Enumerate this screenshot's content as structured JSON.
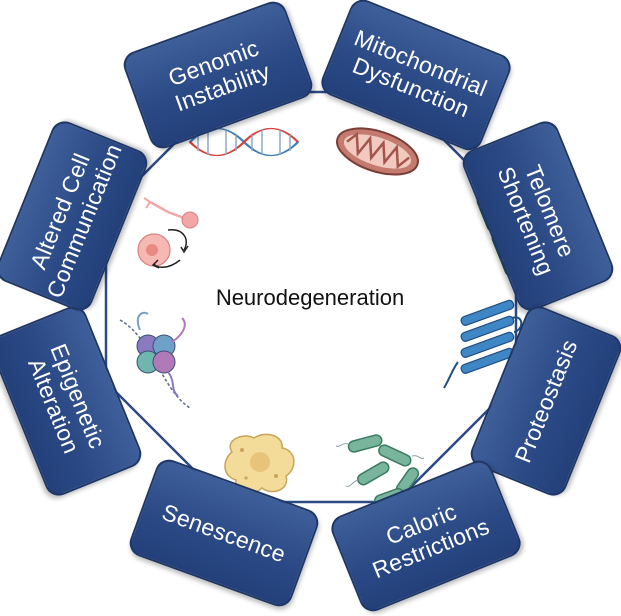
{
  "diagram": {
    "center_label": "Neurodegeneration",
    "hallmarks": [
      {
        "id": "genomic-instability",
        "label": "Genomic\nInstability",
        "icon": "dna-double-helix-icon"
      },
      {
        "id": "mitochondrial-dysfunction",
        "label": "Mitochondrial\nDysfunction",
        "icon": "mitochondrion-icon"
      },
      {
        "id": "telomere-shortening",
        "label": "Telomere\nShortening",
        "icon": "chromosome-icon"
      },
      {
        "id": "proteostasis",
        "label": "Proteostasis",
        "icon": "folded-protein-icon"
      },
      {
        "id": "caloric-restrictions",
        "label": "Caloric\nRestrictions",
        "icon": "bacteria-icon"
      },
      {
        "id": "senescence",
        "label": "Senescence",
        "icon": "senescent-cell-icon"
      },
      {
        "id": "epigenetic-alteration",
        "label": "Epigenetic\nAlteration",
        "icon": "nucleosome-icon"
      },
      {
        "id": "altered-cell-communication",
        "label": "Altered Cell\nCommunication",
        "icon": "cell-signaling-icon"
      }
    ],
    "colors": {
      "box_fill": "#2f4f8c",
      "box_text": "#ffffff",
      "octagon_stroke": "#2c4a85",
      "dna_red": "#d9403a",
      "dna_blue": "#3f7fb8",
      "mito_fill": "#c47a6e",
      "chromosome_green": "#3b8a57",
      "protein_blue": "#3f86c4",
      "bacteria_green": "#79b59d",
      "senescent_yellow": "#f3dc9a",
      "cell_pink": "#f2a6a6"
    }
  }
}
